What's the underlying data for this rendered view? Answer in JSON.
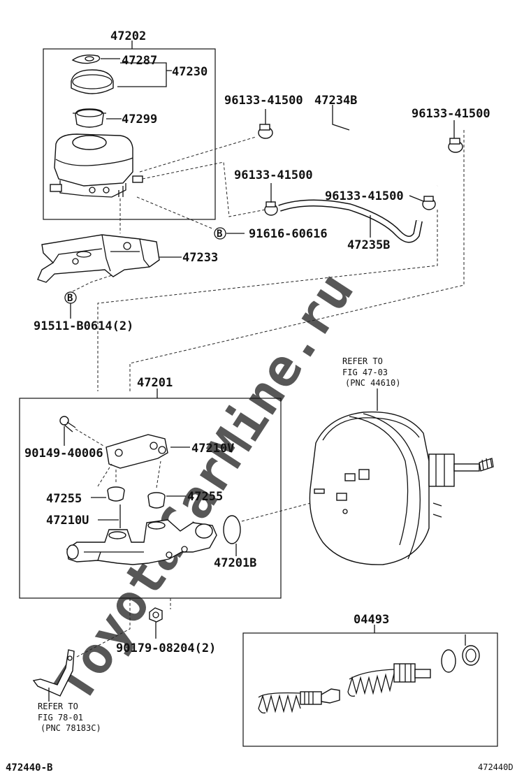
{
  "watermark": "ToyotaCarMine.ru",
  "labels": {
    "p47202": "47202",
    "p47287": "47287",
    "p47230": "47230",
    "p47299": "47299",
    "p47233": "47233",
    "p91511": "91511-B0614(2)",
    "p96133a": "96133-41500",
    "p47234B": "47234B",
    "p96133b": "96133-41500",
    "p96133c": "96133-41500",
    "p96133d": "96133-41500",
    "p91616": "91616-60616",
    "p47235B": "47235B",
    "markB1": "B",
    "markB2": "B",
    "p47201": "47201",
    "p90149": "90149-40006",
    "p47210V": "47210V",
    "p47255a": "47255",
    "p47255b": "47255",
    "p47210U": "47210U",
    "p47201B": "47201B",
    "p90179": "90179-08204(2)",
    "p04493": "04493",
    "ref1_line1": "REFER TO",
    "ref1_line2": "FIG 47-03",
    "ref1_line3": "(PNC 44610)",
    "ref2_line1": "REFER TO",
    "ref2_line2": "FIG 78-01",
    "ref2_line3": "(PNC 78183C)",
    "footer_left": "472440-B",
    "footer_right": "472440D"
  }
}
